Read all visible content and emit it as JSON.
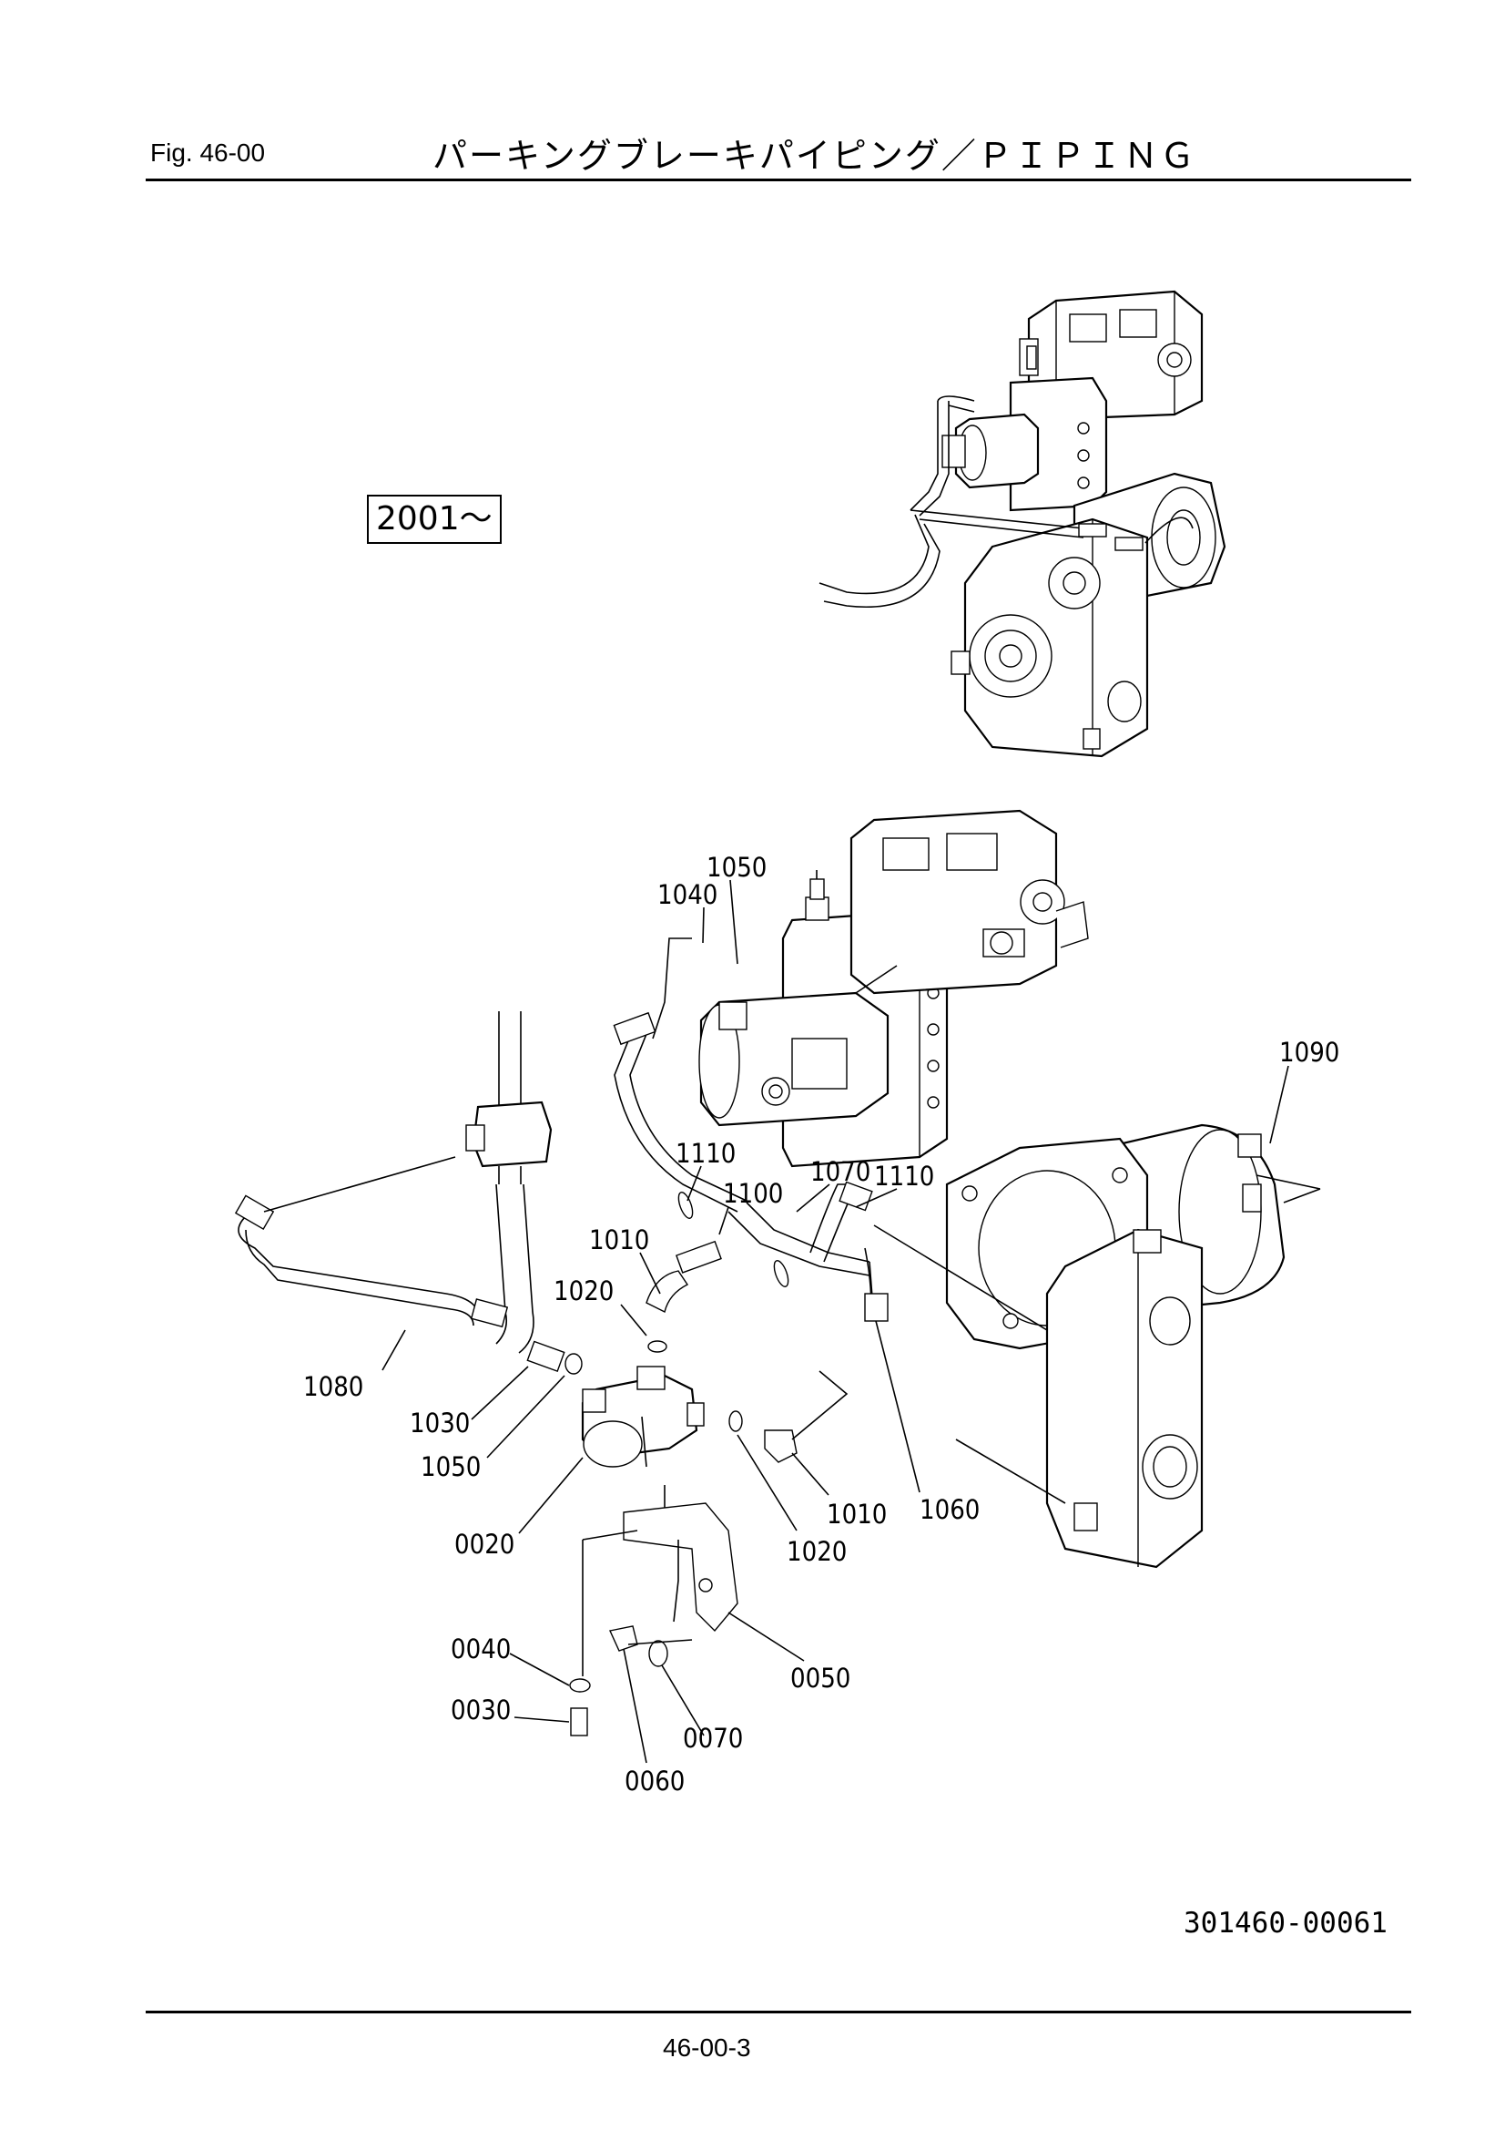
{
  "header": {
    "fig_number": "Fig. 46-00",
    "title": "パーキングブレーキパイピング／ＰＩＰＩＮＧ"
  },
  "serial_range": "2001～",
  "drawing_number": "301460-00061",
  "page_number": "46-00-3",
  "callouts": [
    {
      "id": "1050a",
      "label": "1050"
    },
    {
      "id": "1040",
      "label": "1040"
    },
    {
      "id": "1090",
      "label": "1090"
    },
    {
      "id": "1110a",
      "label": "1110"
    },
    {
      "id": "1070",
      "label": "1070"
    },
    {
      "id": "1110b",
      "label": "1110"
    },
    {
      "id": "1100",
      "label": "1100"
    },
    {
      "id": "1010a",
      "label": "1010"
    },
    {
      "id": "1020a",
      "label": "1020"
    },
    {
      "id": "1080",
      "label": "1080"
    },
    {
      "id": "1030",
      "label": "1030"
    },
    {
      "id": "1050b",
      "label": "1050"
    },
    {
      "id": "1010b",
      "label": "1010"
    },
    {
      "id": "1060",
      "label": "1060"
    },
    {
      "id": "0020",
      "label": "0020"
    },
    {
      "id": "1020b",
      "label": "1020"
    },
    {
      "id": "0050",
      "label": "0050"
    },
    {
      "id": "0040",
      "label": "0040"
    },
    {
      "id": "0030",
      "label": "0030"
    },
    {
      "id": "0070",
      "label": "0070"
    },
    {
      "id": "0060",
      "label": "0060"
    }
  ]
}
